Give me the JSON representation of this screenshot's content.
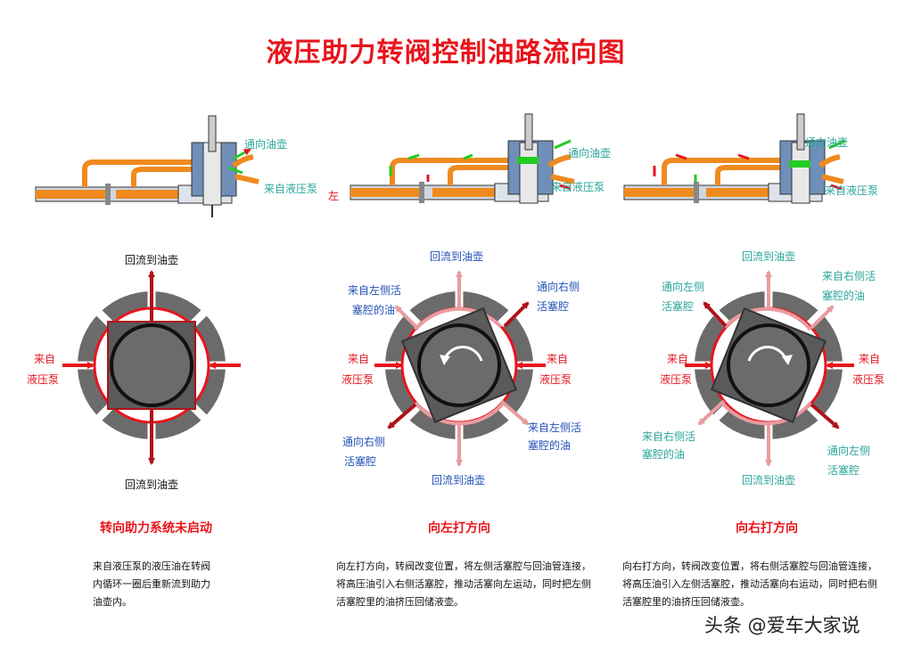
{
  "title": "液压助力转阀控制油路流向图",
  "colors": {
    "red": "#e8141c",
    "pink": "#e89ca0",
    "teal": "#2aa59a",
    "blue": "#2350b8",
    "orange": "#ef8a1f",
    "green": "#22cc22",
    "gray": "#6b6b6b",
    "block": "#5a5a5a"
  },
  "top": {
    "left_marker": "左",
    "p1": {
      "to_tank": "通向油壶",
      "from_pump": "来自液压泵"
    },
    "p2": {
      "to_tank": "通向油壶",
      "from_pump": "来自液压泵"
    },
    "p3": {
      "to_tank": "通向油壶",
      "from_pump": "来自液压泵"
    }
  },
  "panels": [
    {
      "top_label": "回流到油壶",
      "bottom_label": "回流到油壶",
      "left_label": [
        "来自",
        "液压泵"
      ],
      "right_label": [],
      "caption": "转向助力系统未启动",
      "desc": [
        "来自液压泵的液压油在转阀",
        "内循环一圈后重新流到助力",
        "油壶内。"
      ]
    },
    {
      "top_label": "回流到油壶",
      "bottom_label": "回流到油壶",
      "left_label": [
        "来自",
        "液压泵"
      ],
      "right_label": [
        "来自",
        "液压泵"
      ],
      "ul_label": [
        "来自左侧活",
        "塞腔的油"
      ],
      "ur_label": [
        "通向右侧",
        "活塞腔"
      ],
      "ll_label": [
        "通向右侧",
        "活塞腔"
      ],
      "lr_label": [
        "来自左侧活",
        "塞腔的油"
      ],
      "caption": "向左打方向",
      "desc": [
        "向左打方向，转阀改变位置，将左侧活塞腔与回油管连接，",
        "将高压油引入右侧活塞腔，推动活塞向左运动，同时把左侧",
        "活塞腔里的油挤压回储液壶。"
      ]
    },
    {
      "top_label": "回流到油壶",
      "bottom_label": "回流到油壶",
      "left_label": [
        "来自",
        "液压泵"
      ],
      "right_label": [
        "来自",
        "液压泵"
      ],
      "ul_label": [
        "通向左侧",
        "活塞腔"
      ],
      "ur_label": [
        "来自右侧活",
        "塞腔的油"
      ],
      "ll_label": [
        "来自右侧活",
        "塞腔的油"
      ],
      "lr_label": [
        "通向左侧",
        "活塞腔"
      ],
      "caption": "向右打方向",
      "desc": [
        "向右打方向，转阀改变位置，将右侧活塞腔与回油管连接，",
        "将高压油引入左侧活塞腔，推动活塞向右运动，同时把右侧",
        "活塞腔里的油挤压回储液壶。"
      ]
    }
  ],
  "watermark": "头条 @爱车大家说"
}
